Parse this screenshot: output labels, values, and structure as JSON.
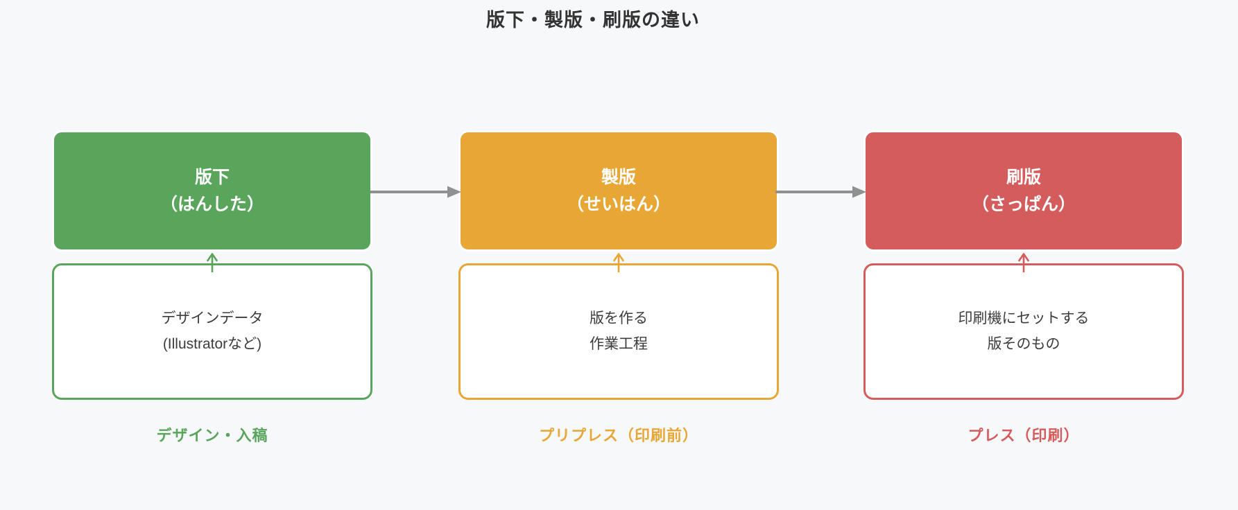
{
  "title": "版下・製版・刷版の違い",
  "colors": {
    "background": "#f7f8fa",
    "connector_gray": "#909090",
    "title_color": "#333333",
    "body_text": "#3c3c3c",
    "box_text": "#ffffff",
    "green": "#5aa55c",
    "orange": "#e8a735",
    "red": "#d45c5c"
  },
  "columns": [
    {
      "color": "#5aa55c",
      "box_name": "版下",
      "box_reading": "（はんした）",
      "desc_line1": "デザインデータ",
      "desc_line2": "(Illustratorなど)",
      "stage_label": "デザイン・入稿"
    },
    {
      "color": "#e8a735",
      "box_name": "製版",
      "box_reading": "（せいはん）",
      "desc_line1": "版を作る",
      "desc_line2": "作業工程",
      "stage_label": "プリプレス（印刷前）"
    },
    {
      "color": "#d45c5c",
      "box_name": "刷版",
      "box_reading": "（さっぱん）",
      "desc_line1": "印刷機にセットする",
      "desc_line2": "版そのもの",
      "stage_label": "プレス（印刷）"
    }
  ]
}
